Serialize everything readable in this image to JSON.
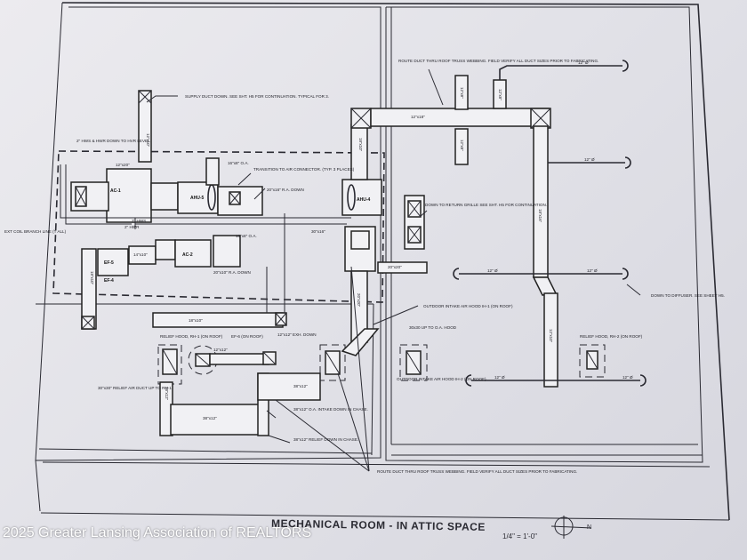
{
  "drawing": {
    "title": "MECHANICAL ROOM - IN ATTIC SPACE",
    "scale": "1/4\" = 1'-0\"",
    "north": "N"
  },
  "units": {
    "ac1": "AC-1",
    "ac2": "AC-2",
    "ahu5": "AHU-5",
    "ahu4": "AHU-4",
    "ef6": "EF-6",
    "ef5": "EF-5",
    "ef4": "EF-4"
  },
  "notes": {
    "supply_duct": "SUPPLY DUCT DOWN. SEE SHT. H5 FOR CONTINUATION. TYPICAL FOR 3.",
    "to_hvr": "2\" HWS & HWR DOWN TO HVR LEVEL",
    "transition": "TRANSITION TO AIR CONNECTOR. (TYP. 3 PLACES)",
    "ra_down_top": "20\"x16\" R.A. DOWN",
    "oa": "16\"x8\" O.A.",
    "ra_down_mid": "20\"x10\" R.A. DOWN",
    "coil_branch": "EXT COIL BRANCH LINE (T ALL)",
    "route_top": "ROUTE DUCT THRU ROOF TRUSS WEBBING. FIELD VERIFY ALL DUCT SIZES PRIOR TO FABRICATING.",
    "return_grille": "DOWN TO RETURN GRILLE SEE SHT. H5 FOR CONTINUATION.",
    "oa_right": "30\"x16\" O.A.",
    "intake1": "OUTDOOR INTAKE AIR HOOD IH-1 (ON ROOF)",
    "intake2": "OUTDOOR INTAKE AIR HOOD IH-2 (ON ROOF)",
    "up_oa": "30x30 UP TO O.A. HOOD",
    "relief1": "RELIEF HOOD, RH-1 (ON ROOF)",
    "relief2": "RELIEF HOOD, RH-2 (ON ROOF)",
    "ef_roof": "EF-6 (ON ROOF)",
    "exh_down": "12\"x12\" EXH. DOWN",
    "relief_up": "30\"x30\" RELIEF AIR DUCT UP TO RH-1",
    "oa_intake_down": "38\"x12\" O.A. INTAKE DOWN IN CHASE.",
    "relief_down": "38\"x12\" RELIEF DOWN IN CHASE.",
    "route_bottom": "ROUTE DUCT THRU ROOF TRUSS WEBBING. FIELD VERIFY ALL DUCT SIZES PRIOR TO FABRICATING.",
    "diffuser": "DOWN TO DIFFUSER. SEE SHEET H5."
  },
  "sizes": {
    "s1": "12\"x10\"",
    "s2": "12\"x20\"",
    "s3": "18\"x10\"",
    "s4": "14\"x10\"",
    "s5": "38\"x12\"",
    "s6": "38\"x12\"",
    "s7": "18\"x10\"",
    "s8": "20\"x20\"",
    "s9": "30\"x16\"",
    "s10": "12\"x12\"",
    "s11": "12\" Ø",
    "s12": "18\"x16\"",
    "s13": "12\"x10\"",
    "s14": "2\" HWS",
    "s15": "2\" HWR",
    "s16": "12\"x18\"",
    "s17": "12\"x8\"",
    "s18": "18\"x10\"",
    "s19": "12\" Ø",
    "s20": "12\" Ø",
    "s21": "12\" Ø",
    "s22": "12\" Ø",
    "s23": "12\" Ø",
    "s24": "12\" Ø",
    "s25": "12\" Ø",
    "s26": "12\" Ø",
    "s27": "8\"x8\"",
    "s28": "12\"x8\"",
    "s29": "12\"x8\""
  },
  "watermark": "2025 Greater Lansing Association of REALTORS"
}
